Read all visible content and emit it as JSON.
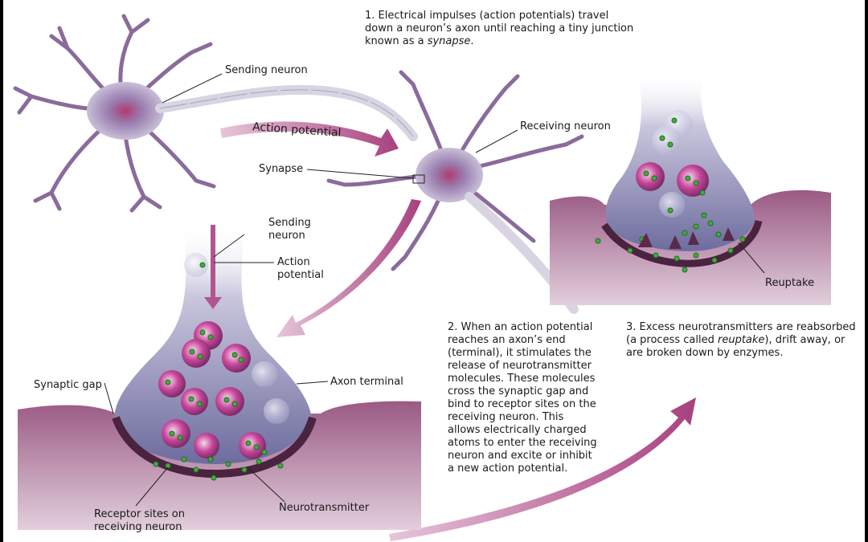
{
  "step1": {
    "lead": "1. Electrical impulses (action potentials) travel\ndown a neuron’s axon until reaching a tiny junction\nknown as a ",
    "term": "synapse",
    "tail": "."
  },
  "step2": {
    "text": "2. When an action potential\nreaches an axon’s end\n(terminal), it stimulates the\nrelease of neurotransmitter\nmolecules. These molecules\ncross the synaptic gap and\nbind to receptor sites on the\nreceiving neuron. This\nallows electrically charged\natoms to enter the receiving\nneuron and excite or inhibit\na new action potential."
  },
  "step3": {
    "lead": "3. Excess neurotransmitters are reabsorbed\n(a process called ",
    "term": "reuptake",
    "tail": "), drift away, or\nare broken down by enzymes."
  },
  "labels": {
    "sending_neuron": "Sending neuron",
    "action_potential": "Action potential",
    "receiving_neuron": "Receiving neuron",
    "synapse": "Synapse",
    "sending_neuron_2": "Sending\nneuron",
    "action_potential_2": "Action\npotential",
    "synaptic_gap": "Synaptic gap",
    "axon_terminal": "Axon terminal",
    "receptor_sites": "Receptor sites on\nreceiving neuron",
    "neurotransmitter": "Neurotransmitter",
    "reuptake": "Reuptake"
  },
  "colors": {
    "neuron": "#8a6b9c",
    "terminal": "#7b79a8",
    "tissue": "#7a3a62",
    "arrow": "#b2558f",
    "vesicle": "#c8479b",
    "molecule": "#3fae3a"
  }
}
